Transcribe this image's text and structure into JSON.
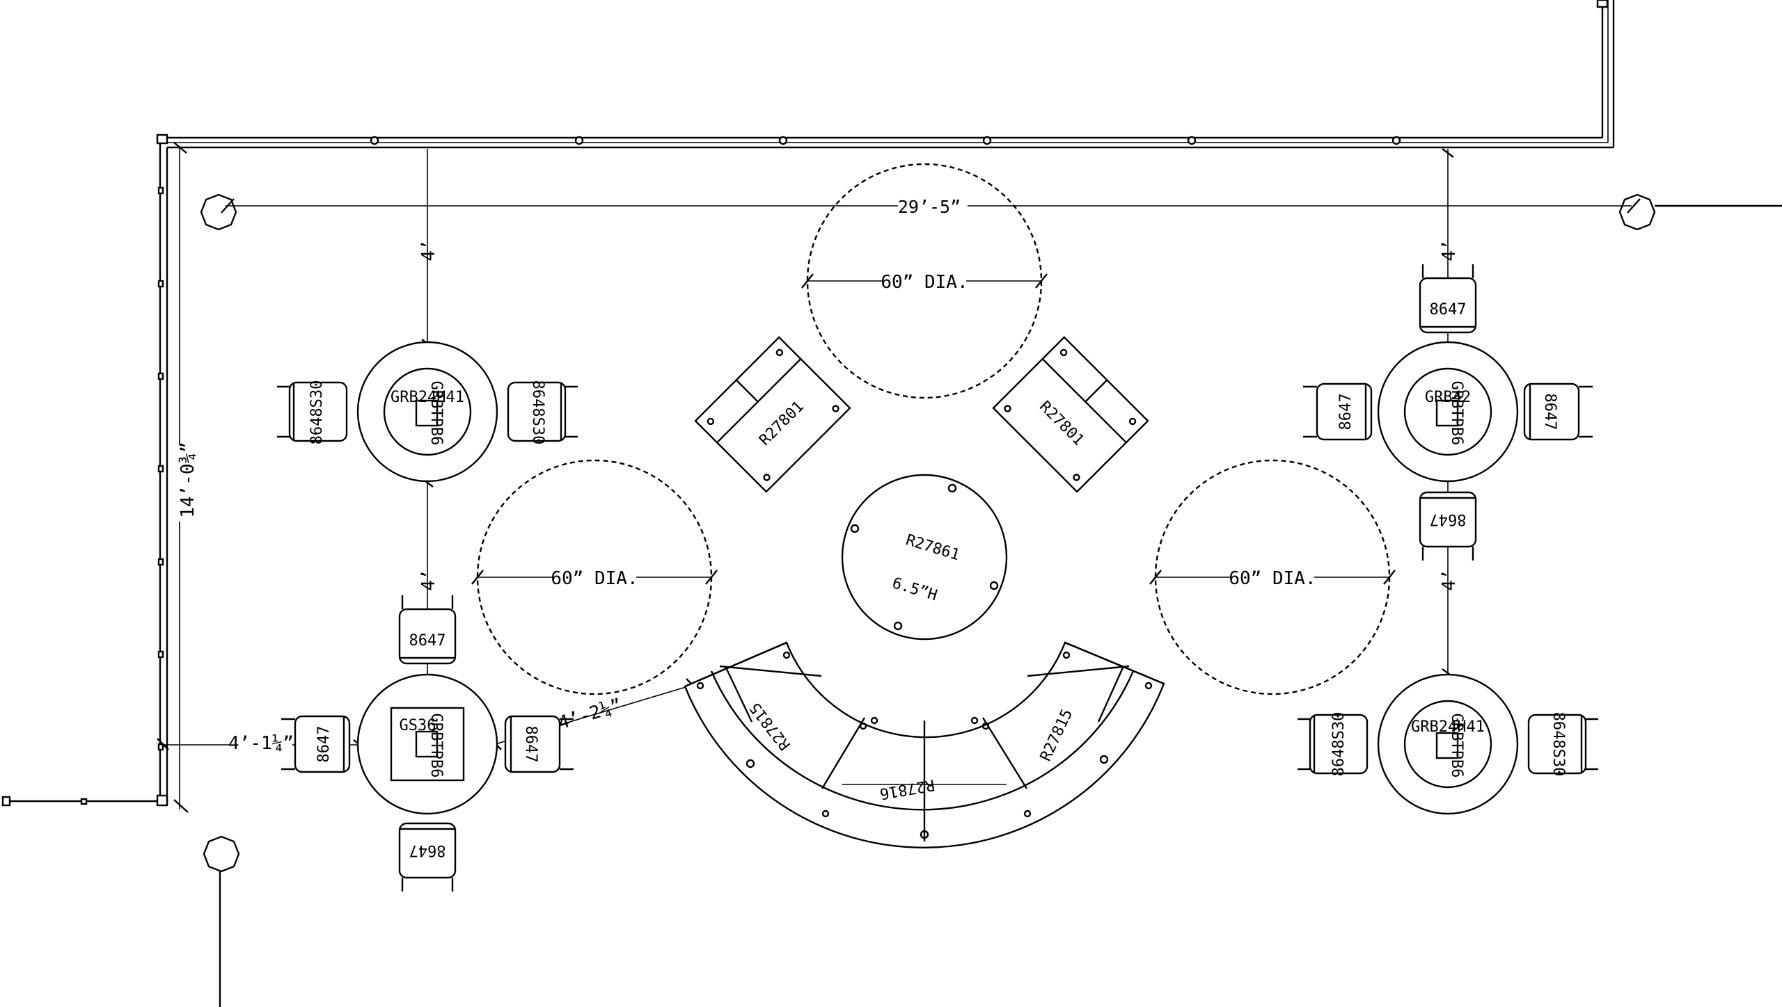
{
  "dimensions": {
    "overall_width": "29’-5”",
    "left_depth": "14’-0¾”",
    "left_offset": "4’-1¼”",
    "spacing_tl_top": "4’",
    "spacing_tl_bl": "4’",
    "spacing_tr_top": "4’",
    "spacing_tr_br": "4’",
    "diag_gap": "4’-2¼”",
    "clearance_top": "60” DIA.",
    "clearance_left": "60” DIA.",
    "clearance_right": "60” DIA."
  },
  "tables": {
    "top_left": {
      "table": "GRB24H41",
      "base": "GRBTPB6"
    },
    "top_right": {
      "table": "GRB42",
      "base": "GRBTPB6"
    },
    "bottom_left": {
      "table": "GS36",
      "base": "GRBTPB6"
    },
    "bottom_right": {
      "table": "GRB24H41",
      "base": "GRBTPB6"
    }
  },
  "chairs": {
    "barstool": "8648S30",
    "chair": "8647"
  },
  "lounge": {
    "left_chair": "R27801",
    "right_chair": "R27801",
    "center_table": "R27861",
    "center_table_height": "6.5”H",
    "sofa_left": "R27815",
    "sofa_center": "R27816",
    "sofa_right": "R27815"
  },
  "colors": {
    "line": "#000000",
    "background": "#ffffff"
  }
}
